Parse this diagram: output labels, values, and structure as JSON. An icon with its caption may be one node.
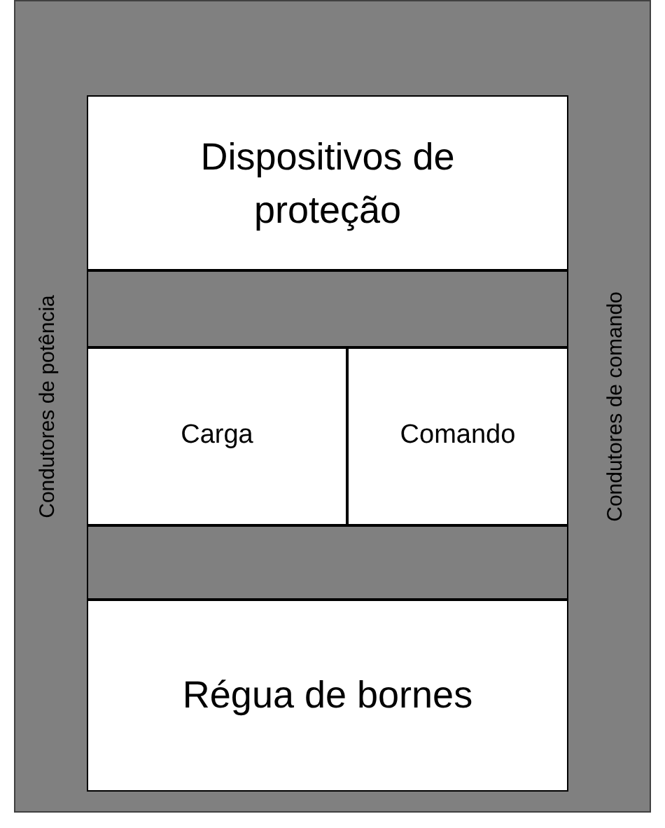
{
  "diagram": {
    "nodes": [
      {
        "text": [
          "Dispositivos de proteção"
        ]
      },
      {
        "text": [],
        "shape": "bar"
      },
      {
        "text": [
          "Carga"
        ]
      },
      {
        "text": [
          "Comando"
        ]
      },
      {
        "text": [],
        "shape": "bar"
      },
      {
        "text": [
          "Régua de bornes"
        ]
      }
    ],
    "labels": [
      "Condutores de potência",
      "Condutores de comando"
    ]
  }
}
